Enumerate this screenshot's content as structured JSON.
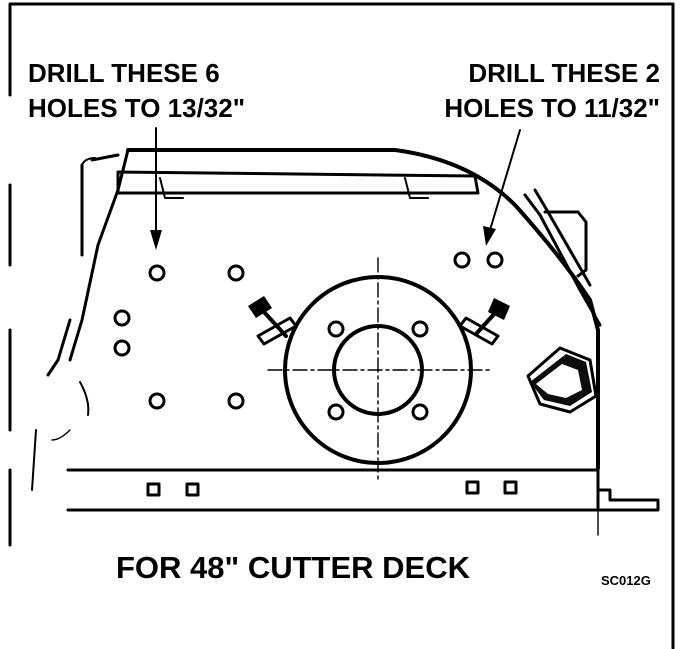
{
  "callouts": {
    "left": {
      "line1": "DRILL THESE 6",
      "line2": "HOLES TO 13/32\""
    },
    "right": {
      "line1": "DRILL THESE 2",
      "line2": "HOLES TO 11/32\""
    }
  },
  "caption": "FOR 48\" CUTTER DECK",
  "figure_code": "SC012G",
  "colors": {
    "ink": "#000000",
    "paper": "#ffffff"
  }
}
